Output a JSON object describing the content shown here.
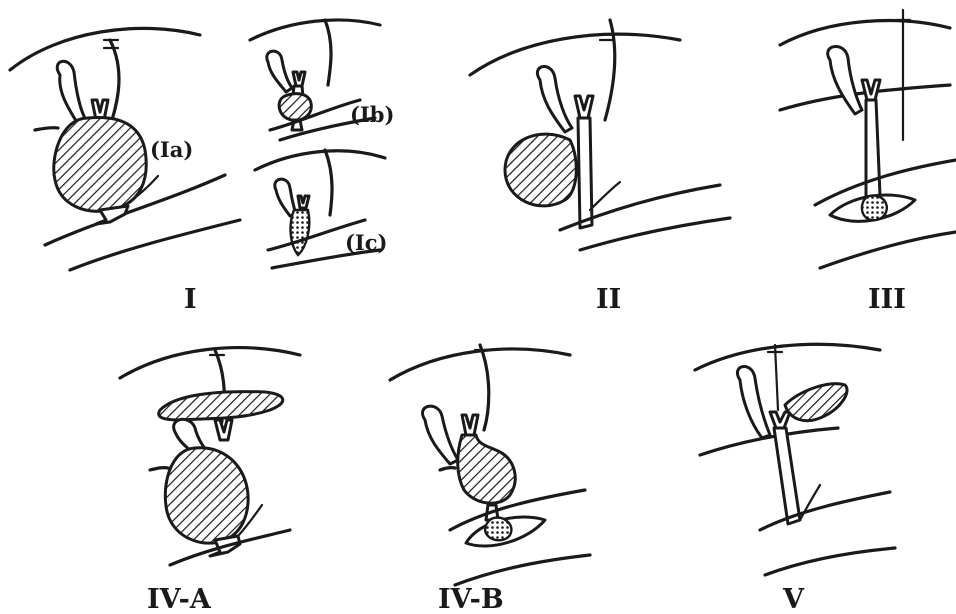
{
  "labels": {
    "type_I": "I",
    "type_Ia": "(Ia)",
    "type_Ib": "(Ib)",
    "type_Ic": "(Ic)",
    "type_II": "II",
    "type_III": "III",
    "type_IVA": "IV-A",
    "type_IVB": "IV-B",
    "type_V": "V"
  }
}
